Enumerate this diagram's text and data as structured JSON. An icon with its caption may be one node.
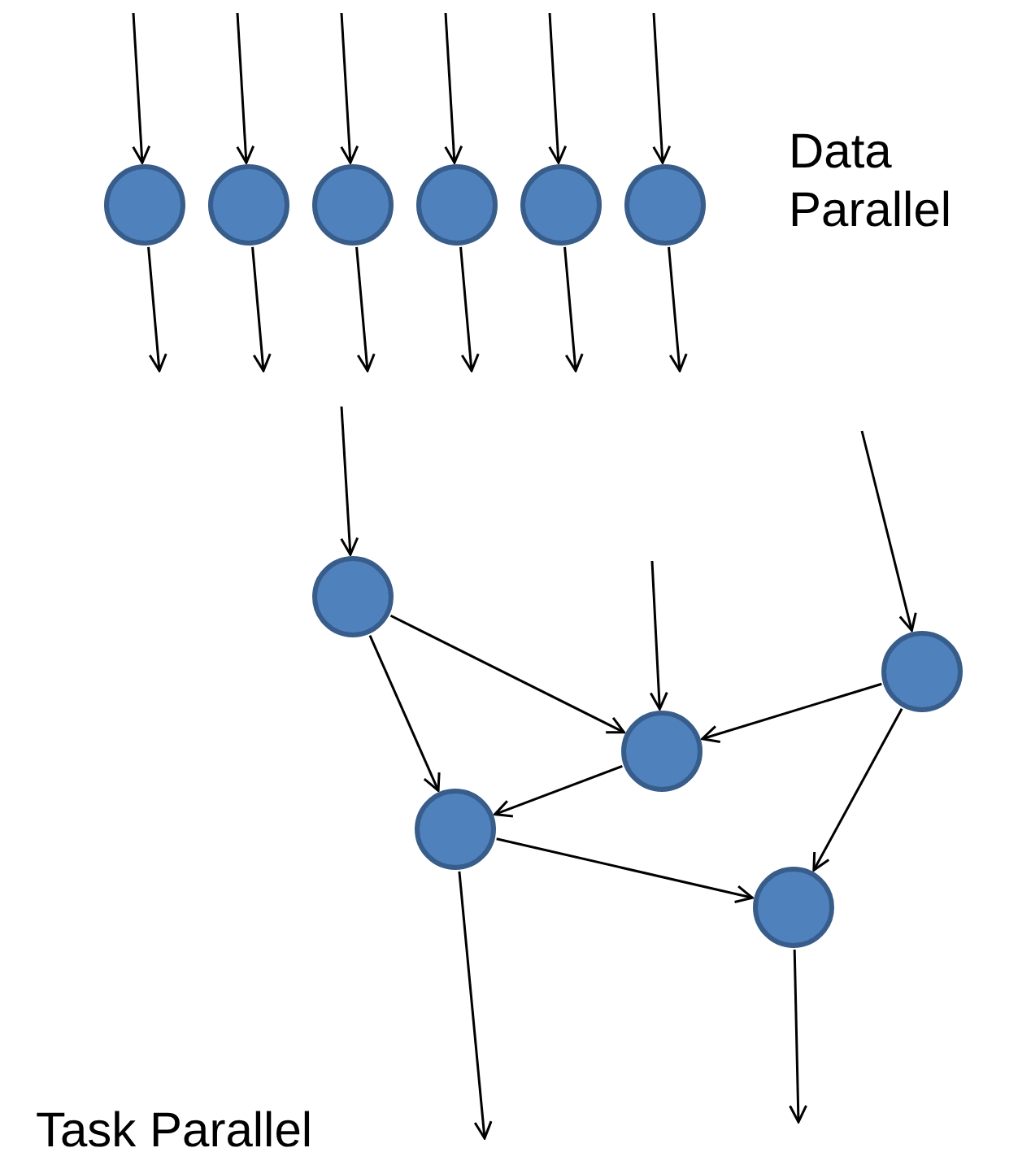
{
  "diagram": {
    "nodes": [
      {
        "text": [],
        "shape": "circle"
      },
      {
        "text": [],
        "shape": "circle"
      },
      {
        "text": [],
        "shape": "circle"
      },
      {
        "text": [],
        "shape": "circle"
      },
      {
        "text": [],
        "shape": "circle"
      },
      {
        "text": [],
        "shape": "circle"
      },
      {
        "text": [],
        "shape": "circle"
      },
      {
        "text": [],
        "shape": "circle"
      },
      {
        "text": [],
        "shape": "circle"
      },
      {
        "text": [],
        "shape": "circle"
      },
      {
        "text": [],
        "shape": "circle"
      }
    ],
    "edges": [
      {
        "from": null,
        "to": 0,
        "arrow": "to"
      },
      {
        "from": null,
        "to": 1,
        "arrow": "to"
      },
      {
        "from": null,
        "to": 2,
        "arrow": "to"
      },
      {
        "from": null,
        "to": 3,
        "arrow": "to"
      },
      {
        "from": null,
        "to": 4,
        "arrow": "to"
      },
      {
        "from": null,
        "to": 5,
        "arrow": "to"
      },
      {
        "from": 0,
        "to": null,
        "arrow": "to"
      },
      {
        "from": 1,
        "to": null,
        "arrow": "to"
      },
      {
        "from": 2,
        "to": null,
        "arrow": "to"
      },
      {
        "from": 3,
        "to": null,
        "arrow": "to"
      },
      {
        "from": 4,
        "to": null,
        "arrow": "to"
      },
      {
        "from": 5,
        "to": null,
        "arrow": "to"
      },
      {
        "from": null,
        "to": 6,
        "arrow": "to"
      },
      {
        "from": null,
        "to": 8,
        "arrow": "to"
      },
      {
        "from": null,
        "to": 7,
        "arrow": "to"
      },
      {
        "from": 6,
        "to": 8,
        "arrow": "to"
      },
      {
        "from": 6,
        "to": 9,
        "arrow": "to"
      },
      {
        "from": 7,
        "to": 8,
        "arrow": "to"
      },
      {
        "from": 7,
        "to": 10,
        "arrow": "to"
      },
      {
        "from": 8,
        "to": 9,
        "arrow": "to"
      },
      {
        "from": 9,
        "to": 10,
        "arrow": "to"
      },
      {
        "from": 9,
        "to": null,
        "arrow": "to"
      },
      {
        "from": 10,
        "to": null,
        "arrow": "to"
      }
    ],
    "labels": [
      "Data Parallel",
      "Task Parallel"
    ]
  }
}
